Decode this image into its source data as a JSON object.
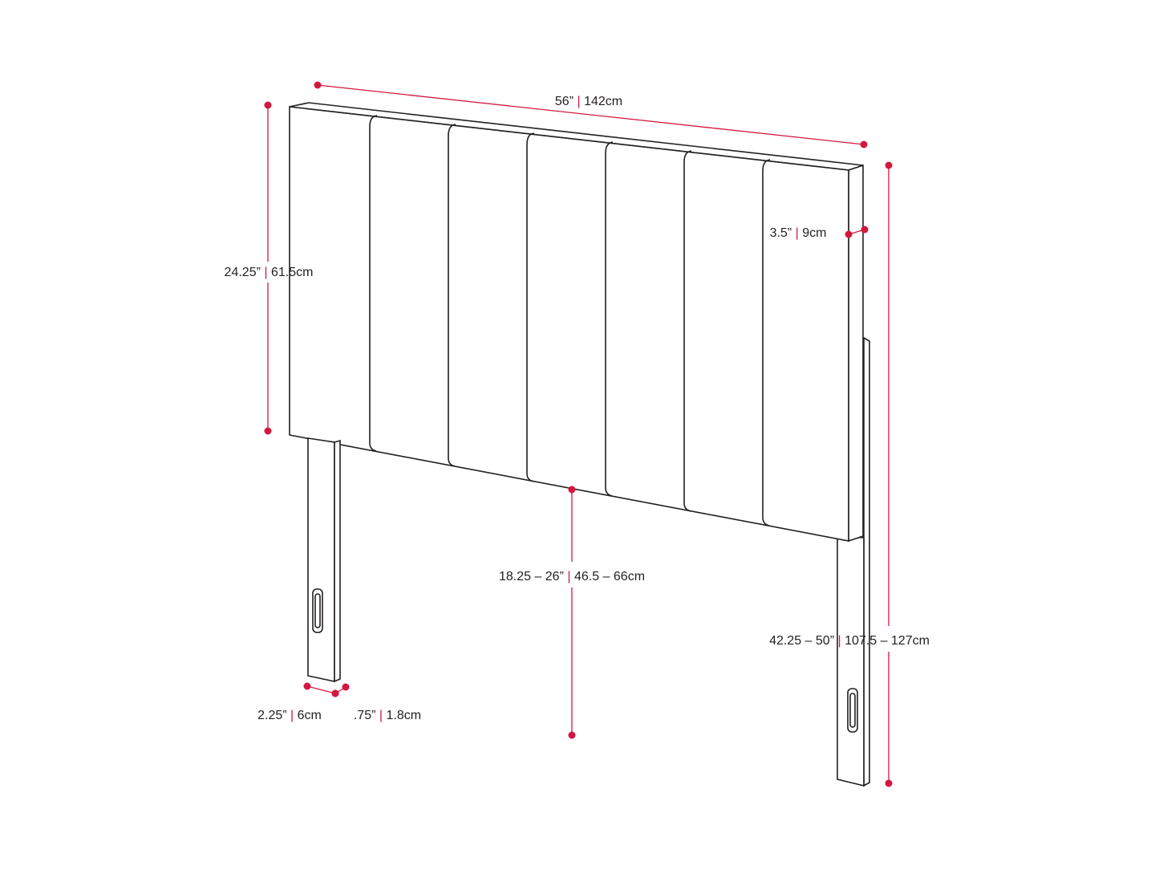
{
  "colors": {
    "outline": "#231f20",
    "accent": "#d3173f",
    "background": "#ffffff"
  },
  "dimensions": {
    "width": {
      "imperial": "56”",
      "metric": "142cm"
    },
    "panel_height": {
      "imperial": "24.25”",
      "metric": "61.5cm"
    },
    "depth": {
      "imperial": "3.5”",
      "metric": "9cm"
    },
    "clearance": {
      "imperial": "18.25 – 26”",
      "metric": "46.5 – 66cm"
    },
    "total_height": {
      "imperial": "42.25 – 50”",
      "metric": "107.5 – 127cm"
    },
    "leg_width": {
      "imperial": "2.25”",
      "metric": "6cm"
    },
    "leg_depth": {
      "imperial": ".75”",
      "metric": "1.8cm"
    }
  }
}
